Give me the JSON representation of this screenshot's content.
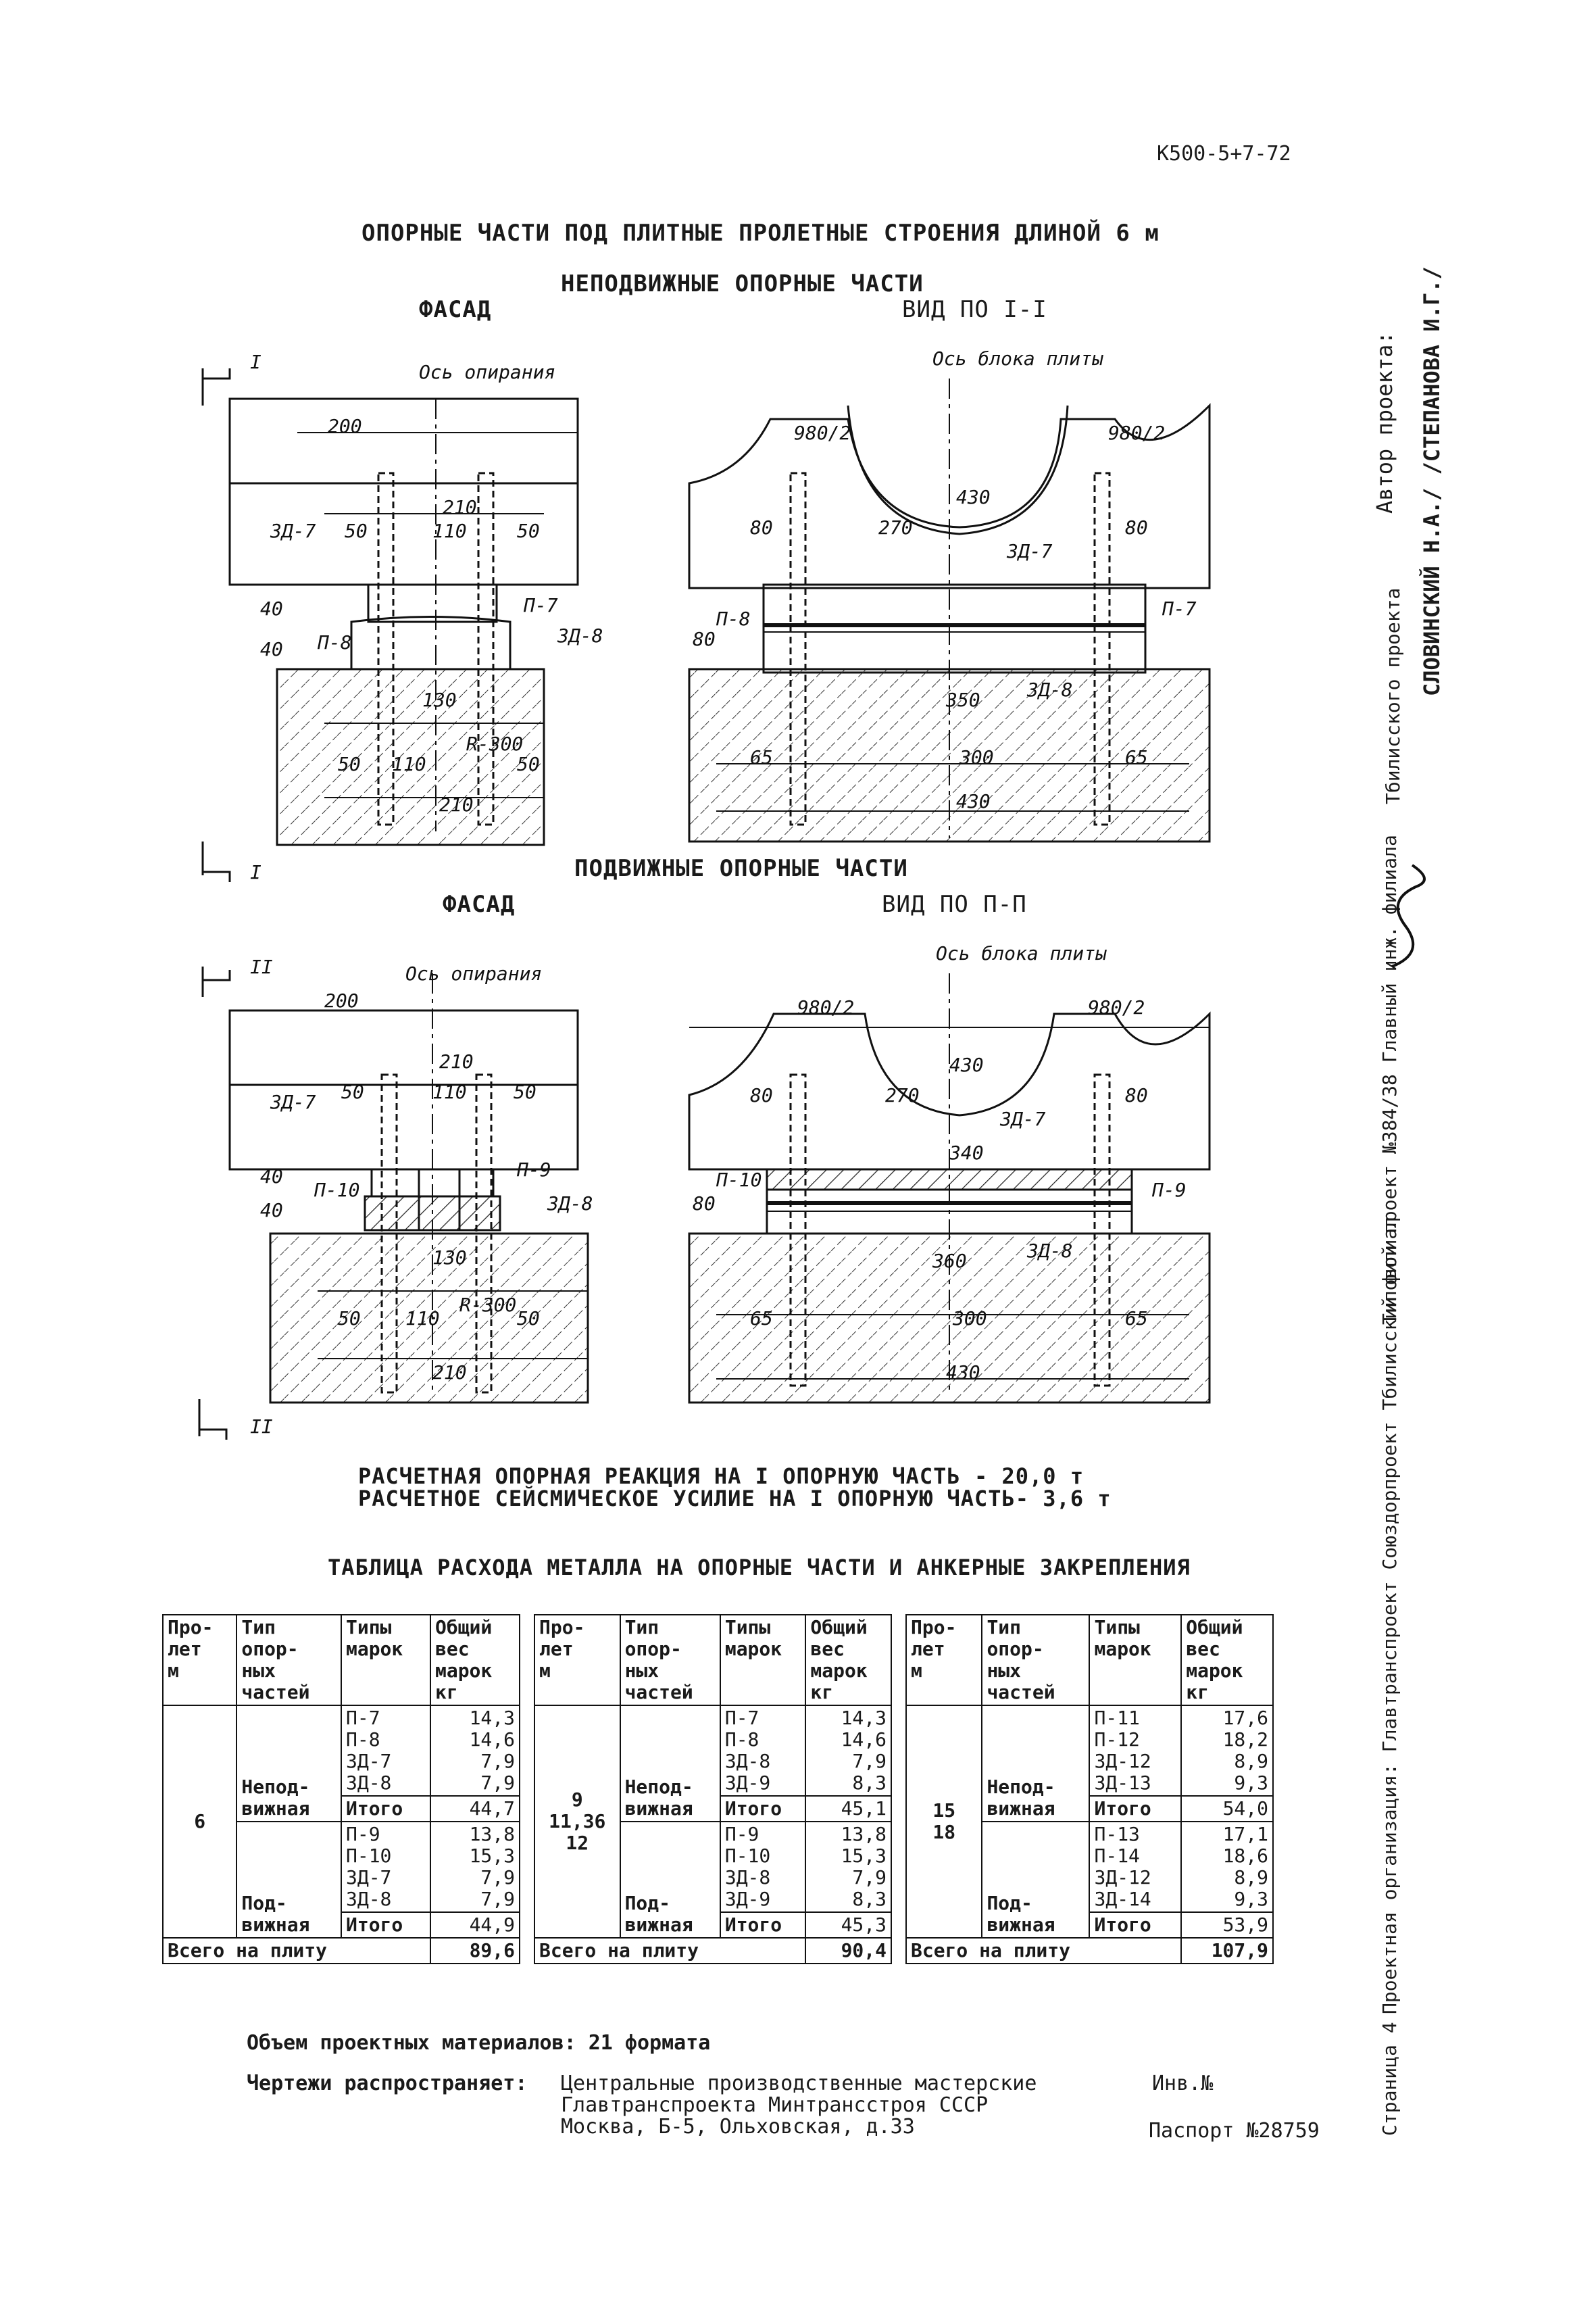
{
  "doc_code": "К500-5+7-72",
  "main_title": "ОПОРНЫЕ ЧАСТИ ПОД ПЛИТНЫЕ ПРОЛЕТНЫЕ СТРОЕНИЯ ДЛИНОЙ 6 м",
  "fixed": {
    "section_title": "НЕПОДВИЖНЫЕ ОПОРНЫЕ ЧАСТИ",
    "facade_label": "ФАСАД",
    "view_label": "ВИД ПО I-I",
    "cut_mark": "I",
    "facade_dims": {
      "d200": "200",
      "d210": "210",
      "d50a": "50",
      "d110": "110",
      "d50b": "50",
      "d40a": "40",
      "d40b": "40",
      "d130": "130",
      "r300": "R-300",
      "d50c": "50",
      "d110b": "110",
      "d50d": "50",
      "d210b": "210",
      "axis": "Ось опирания"
    },
    "facade_marks": {
      "zd7": "ЗД-7",
      "p8": "П-8",
      "p7": "П-7",
      "zd8": "ЗД-8"
    },
    "view_dims": {
      "d980a": "980/2",
      "d980b": "980/2",
      "d430": "430",
      "d80a": "80",
      "d270": "270",
      "d80b": "80",
      "d80c": "80",
      "d350": "350",
      "d65a": "65",
      "d300": "300",
      "d65b": "65",
      "d430b": "430",
      "axis": "Ось блока плиты"
    },
    "view_marks": {
      "zd7": "ЗД-7",
      "p8": "П-8",
      "p7": "П-7",
      "zd8": "ЗД-8"
    }
  },
  "movable": {
    "section_title": "ПОДВИЖНЫЕ ОПОРНЫЕ ЧАСТИ",
    "facade_label": "ФАСАД",
    "view_label": "ВИД ПО П-П",
    "cut_mark": "II",
    "facade_dims": {
      "d200": "200",
      "d210": "210",
      "d50a": "50",
      "d110": "110",
      "d50b": "50",
      "d40a": "40",
      "d40b": "40",
      "d130": "130",
      "r300": "R-300",
      "d50c": "50",
      "d110b": "110",
      "d50d": "50",
      "d210b": "210",
      "axis": "Ось опирания"
    },
    "facade_marks": {
      "zd7": "ЗД-7",
      "p10": "П-10",
      "p9": "П-9",
      "zd8": "ЗД-8"
    },
    "view_dims": {
      "d980a": "980/2",
      "d980b": "980/2",
      "d430": "430",
      "d80a": "80",
      "d270": "270",
      "d80b": "80",
      "d80c": "80",
      "d340": "340",
      "d360": "360",
      "d65a": "65",
      "d300": "300",
      "d65b": "65",
      "d430b": "430",
      "axis": "Ось блока плиты"
    },
    "view_marks": {
      "zd7": "ЗД-7",
      "p10": "П-10",
      "p9": "П-9",
      "zd8": "ЗД-8"
    }
  },
  "reaction_line": "РАСЧЕТНАЯ ОПОРНАЯ РЕАКЦИЯ НА I ОПОРНУЮ ЧАСТЬ    - 20,0 т",
  "seismic_line": "РАСЧЕТНОЕ СЕЙСМИЧЕСКОЕ УСИЛИЕ НА I ОПОРНУЮ ЧАСТЬ-  3,6 т",
  "table_title": "ТАБЛИЦА РАСХОДА МЕТАЛЛА НА ОПОРНЫЕ ЧАСТИ И АНКЕРНЫЕ ЗАКРЕПЛЕНИЯ",
  "table_headers": {
    "span": "Про-\nлет\nм",
    "type": "Тип\nопор-\nных\nчастей",
    "marks": "Типы\nмарок",
    "weight": "Общий\nвес\nмарок\nкг"
  },
  "tables": [
    {
      "span": "6",
      "fixed_label": "Непод-\nвижная",
      "fixed_marks": [
        "П-7",
        "П-8",
        "ЗД-7",
        "ЗД-8"
      ],
      "fixed_w": [
        "14,3",
        "14,6",
        "7,9",
        "7,9"
      ],
      "fixed_total": "44,7",
      "mov_label": "Под-\nвижная",
      "mov_marks": [
        "П-9",
        "П-10",
        "ЗД-7",
        "ЗД-8"
      ],
      "mov_w": [
        "13,8",
        "15,3",
        "7,9",
        "7,9"
      ],
      "mov_total": "44,9",
      "total_label": "Всего на плиту",
      "total": "89,6"
    },
    {
      "span": "9\n11,36\n12",
      "fixed_label": "Непод-\nвижная",
      "fixed_marks": [
        "П-7",
        "П-8",
        "ЗД-8",
        "ЗД-9"
      ],
      "fixed_w": [
        "14,3",
        "14,6",
        "7,9",
        "8,3"
      ],
      "fixed_total": "45,1",
      "mov_label": "Под-\nвижная",
      "mov_marks": [
        "П-9",
        "П-10",
        "ЗД-8",
        "ЗД-9"
      ],
      "mov_w": [
        "13,8",
        "15,3",
        "7,9",
        "8,3"
      ],
      "mov_total": "45,3",
      "total_label": "Всего на плиту",
      "total": "90,4"
    },
    {
      "span": "15\n18",
      "fixed_label": "Непод-\nвижная",
      "fixed_marks": [
        "П-11",
        "П-12",
        "ЗД-12",
        "ЗД-13"
      ],
      "fixed_w": [
        "17,6",
        "18,2",
        "8,9",
        "9,3"
      ],
      "fixed_total": "54,0",
      "mov_label": "Под-\nвижная",
      "mov_marks": [
        "П-13",
        "П-14",
        "ЗД-12",
        "ЗД-14"
      ],
      "mov_w": [
        "17,1",
        "18,6",
        "8,9",
        "9,3"
      ],
      "mov_total": "53,9",
      "total_label": "Всего на плиту",
      "total": "107,9"
    }
  ],
  "itogo_label": "Итого",
  "volume_line": "Объем проектных материалов: 21 формата",
  "distribution": {
    "label": "Чертежи распространяет:",
    "line1": "Центральные производственные мастерские",
    "line2": "Главтранспроекта Минтрансстроя СССР",
    "line3": "Москва, Б-5, Ольховская, д.33",
    "inv": "Инв.№",
    "passport": "Паспорт №28759"
  },
  "side": {
    "author_title": "Автор проекта:",
    "authors": "СЛОВИНСКИЙ Н.А./ /СТЕПАНОВА И.Г./",
    "tbilisi": "Тбилисского проекта",
    "chief_eng": "Типовой проект №384/38 Главный инж. филиала",
    "org": "Проектная организация: Главтранспроект Союздорпроект Тбилисский филиал",
    "page": "Страница 4"
  }
}
